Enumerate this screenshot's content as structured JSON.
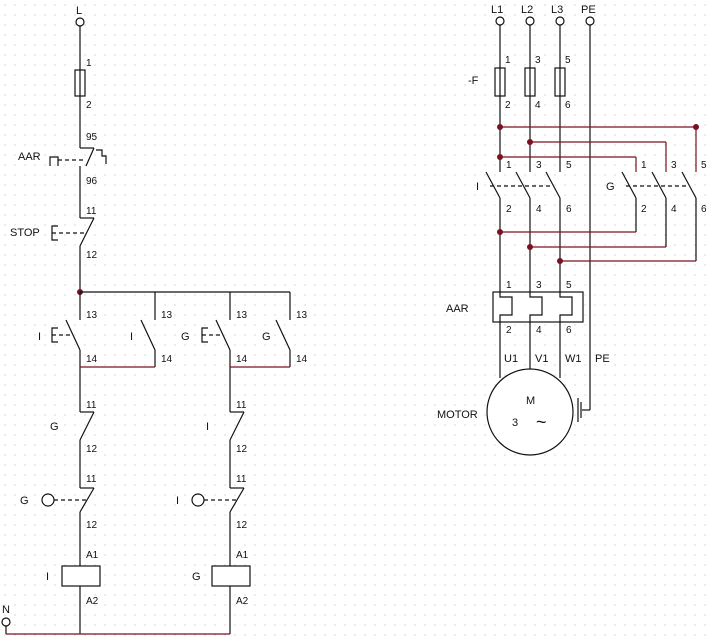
{
  "control": {
    "supply_top": "L",
    "supply_bottom": "N",
    "fuse_pins": [
      "1",
      "2"
    ],
    "overload_label": "AAR",
    "overload_pins": [
      "95",
      "96"
    ],
    "stop_label": "STOP",
    "stop_pins": [
      "11",
      "12"
    ],
    "branch_I": {
      "pushbutton_label": "I",
      "pushbutton_pins": [
        "13",
        "14"
      ],
      "hold_label": "I",
      "hold_pins": [
        "13",
        "14"
      ],
      "interlock_label": "G",
      "interlock_pins": [
        "11",
        "12"
      ],
      "limit_label": "G",
      "limit_pins": [
        "11",
        "12"
      ],
      "coil_label": "I",
      "coil_pins": [
        "A1",
        "A2"
      ]
    },
    "branch_G": {
      "pushbutton_label": "G",
      "pushbutton_pins": [
        "13",
        "14"
      ],
      "hold_label": "G",
      "hold_pins": [
        "13",
        "14"
      ],
      "interlock_label": "I",
      "interlock_pins": [
        "11",
        "12"
      ],
      "limit_label": "I",
      "limit_pins": [
        "11",
        "12"
      ],
      "coil_label": "G",
      "coil_pins": [
        "A1",
        "A2"
      ]
    }
  },
  "power": {
    "phases": [
      "L1",
      "L2",
      "L3",
      "PE"
    ],
    "fuse_label": "-F",
    "fuse_pins_top": [
      "1",
      "3",
      "5"
    ],
    "fuse_pins_bottom": [
      "2",
      "4",
      "6"
    ],
    "contactor_I_label": "I",
    "contactor_I_pins_top": [
      "1",
      "3",
      "5"
    ],
    "contactor_I_pins_bottom": [
      "2",
      "4",
      "6"
    ],
    "contactor_G_label": "G",
    "contactor_G_pins_top": [
      "1",
      "3",
      "5"
    ],
    "contactor_G_pins_bottom": [
      "2",
      "4",
      "6"
    ],
    "overload_label": "AAR",
    "overload_pins_top": [
      "1",
      "3",
      "5"
    ],
    "overload_pins_bottom": [
      "2",
      "4",
      "6"
    ],
    "motor_terminals": [
      "U1",
      "V1",
      "W1",
      "PE"
    ],
    "motor_label": "MOTOR",
    "motor_symbol": "M",
    "motor_phases": "3",
    "motor_ac": "~"
  }
}
